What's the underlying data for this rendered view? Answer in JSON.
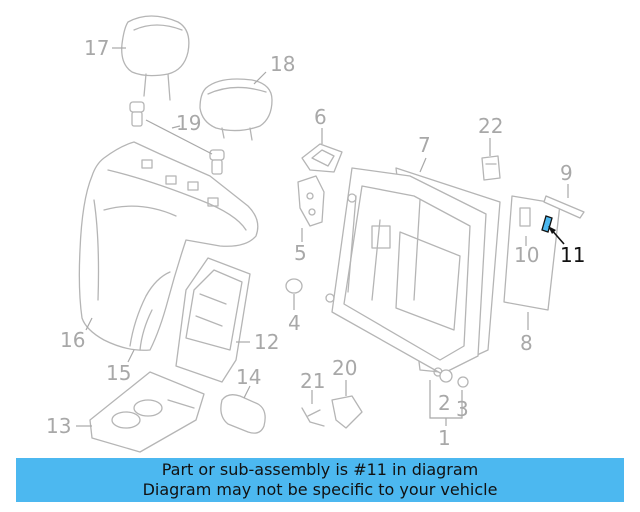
{
  "diagram": {
    "highlight_color": "#111111",
    "part_color": "#a8a8a8",
    "callouts": [
      {
        "id": "1",
        "label": "1"
      },
      {
        "id": "2",
        "label": "2"
      },
      {
        "id": "3",
        "label": "3"
      },
      {
        "id": "4",
        "label": "4"
      },
      {
        "id": "5",
        "label": "5"
      },
      {
        "id": "6",
        "label": "6"
      },
      {
        "id": "7",
        "label": "7"
      },
      {
        "id": "8",
        "label": "8"
      },
      {
        "id": "9",
        "label": "9"
      },
      {
        "id": "10",
        "label": "10"
      },
      {
        "id": "11",
        "label": "11",
        "highlighted": true
      },
      {
        "id": "12",
        "label": "12"
      },
      {
        "id": "13",
        "label": "13"
      },
      {
        "id": "14",
        "label": "14"
      },
      {
        "id": "15",
        "label": "15"
      },
      {
        "id": "16",
        "label": "16"
      },
      {
        "id": "17",
        "label": "17"
      },
      {
        "id": "18",
        "label": "18"
      },
      {
        "id": "19",
        "label": "19"
      },
      {
        "id": "20",
        "label": "20"
      },
      {
        "id": "21",
        "label": "21"
      },
      {
        "id": "22",
        "label": "22"
      }
    ]
  },
  "banner": {
    "line1": "Part or sub-assembly is #11 in diagram",
    "line2": "Diagram may not be specific to your vehicle",
    "color": "#4cb8f0"
  }
}
